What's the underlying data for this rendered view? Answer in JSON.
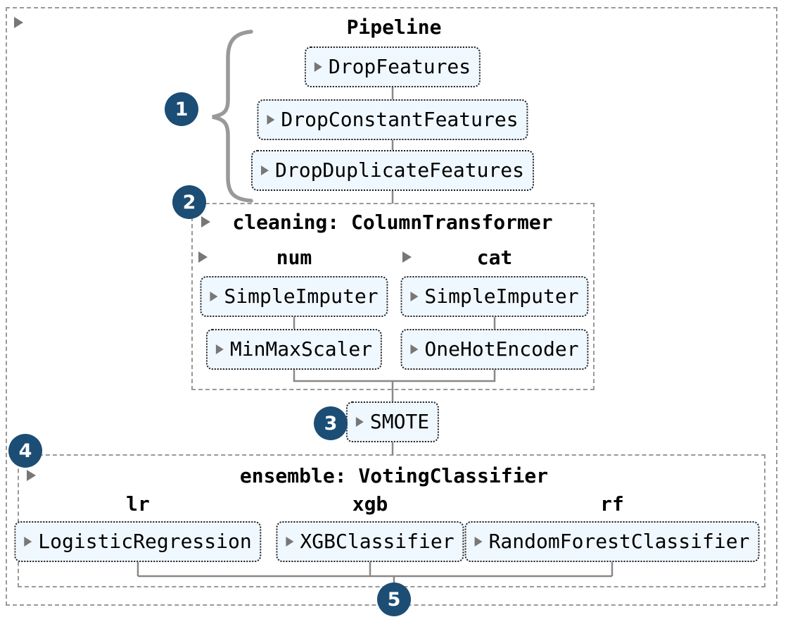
{
  "diagram": {
    "title": "Pipeline",
    "preprocessing_steps": [
      "DropFeatures",
      "DropConstantFeatures",
      "DropDuplicateFeatures"
    ],
    "column_transformer": {
      "label": "cleaning: ColumnTransformer",
      "columns": [
        {
          "name": "num",
          "steps": [
            "SimpleImputer",
            "MinMaxScaler"
          ]
        },
        {
          "name": "cat",
          "steps": [
            "SimpleImputer",
            "OneHotEncoder"
          ]
        }
      ]
    },
    "sampler": "SMOTE",
    "ensemble": {
      "label": "ensemble: VotingClassifier",
      "columns": [
        {
          "name": "lr",
          "estimator": "LogisticRegression"
        },
        {
          "name": "xgb",
          "estimator": "XGBClassifier"
        },
        {
          "name": "rf",
          "estimator": "RandomForestClassifier"
        }
      ]
    },
    "callouts": [
      {
        "number": "1"
      },
      {
        "number": "2"
      },
      {
        "number": "3"
      },
      {
        "number": "4"
      },
      {
        "number": "5"
      }
    ],
    "colors": {
      "callout_fill": "#1c4d75",
      "box_fill": "#f0f8ff",
      "box_border": "#1a1a1a",
      "container_border": "#999999",
      "connector": "#888888",
      "caret": "#777777"
    }
  }
}
